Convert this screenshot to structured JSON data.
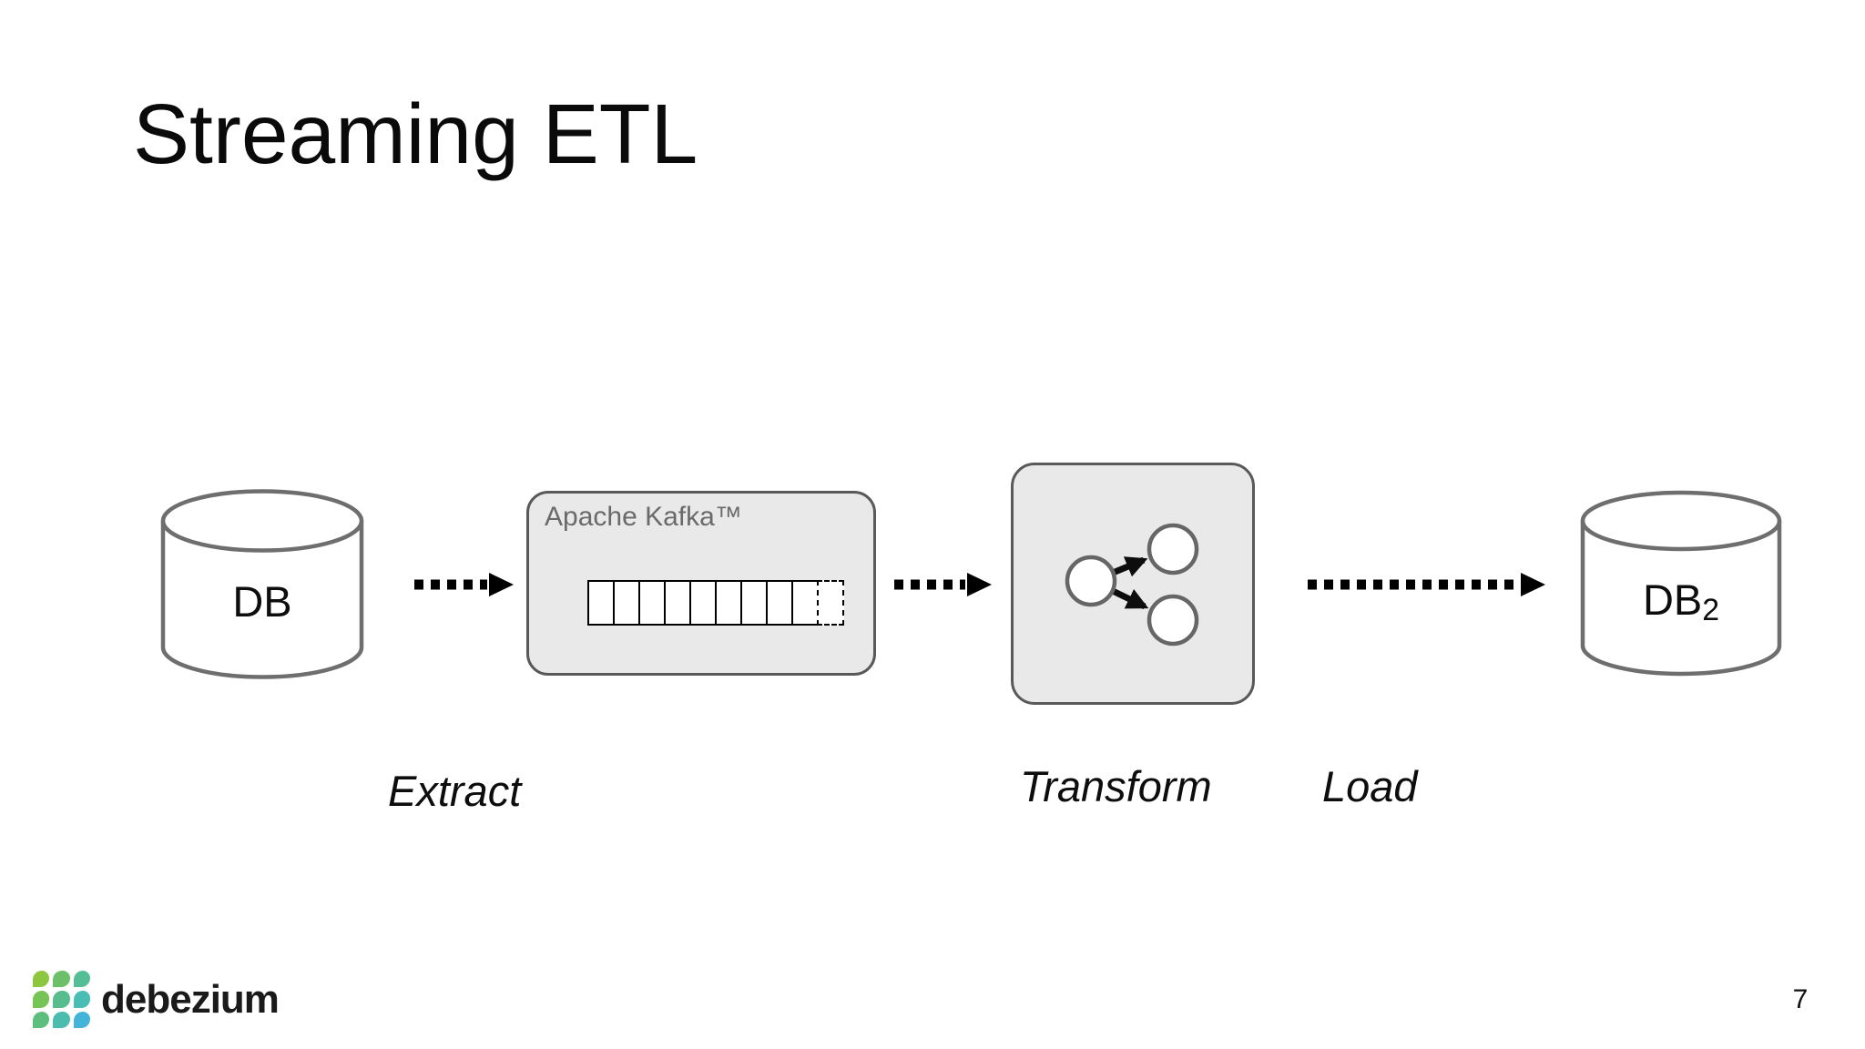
{
  "slide": {
    "title": "Streaming ETL",
    "page_number": "7"
  },
  "diagram": {
    "source_db": {
      "label": "DB"
    },
    "kafka": {
      "label": "Apache Kafka™",
      "queue_cells": [
        "solid",
        "solid",
        "solid",
        "solid",
        "solid",
        "solid",
        "solid",
        "solid",
        "solid",
        "dashed"
      ]
    },
    "target_db": {
      "label": "DB",
      "subscript": "2"
    },
    "stages": {
      "extract": "Extract",
      "transform": "Transform",
      "load": "Load"
    }
  },
  "footer": {
    "brand_name": "debezium",
    "logo_tile_colors": [
      "#8dc63f",
      "#6cc06a",
      "#54bf96",
      "#76c356",
      "#58bd8e",
      "#4abdb4",
      "#5dbe7e",
      "#4cbcae",
      "#44b4d8"
    ]
  },
  "colors": {
    "title_text": "#0a0a0a",
    "box_fill": "#e9e9e9",
    "box_border": "#58595b",
    "cylinder_stroke": "#6e6e6e",
    "kafka_label": "#6a6a6a",
    "circle_stroke": "#666666",
    "arrow": "#000000"
  }
}
